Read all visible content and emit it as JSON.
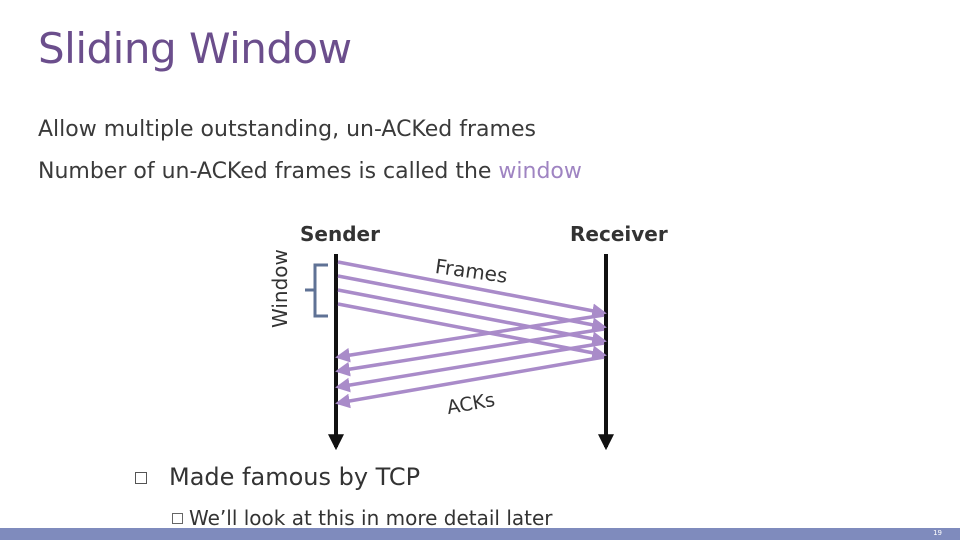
{
  "slide": {
    "title": "Sliding Window",
    "bullet_1": "Allow multiple outstanding, un-ACKed frames",
    "bullet_2_prefix": "Number of un-ACKed frames is called the ",
    "bullet_2_emphasis": "window",
    "sub_bullet": "Made famous by TCP",
    "sub_sub_bullet": "We’ll look at this in more detail later",
    "page_number": "19"
  },
  "diagram": {
    "sender_label": "Sender",
    "receiver_label": "Receiver",
    "window_label": "Window",
    "frames_label": "Frames",
    "acks_label": "ACKs"
  },
  "colors": {
    "title": "#6b4e8c",
    "accent": "#9f84c2",
    "arrow": "#a98bc9",
    "bracket": "#5f7295",
    "footer": "#7f8bbd"
  },
  "icons": {
    "bullet": "hollow-square-bullet"
  }
}
